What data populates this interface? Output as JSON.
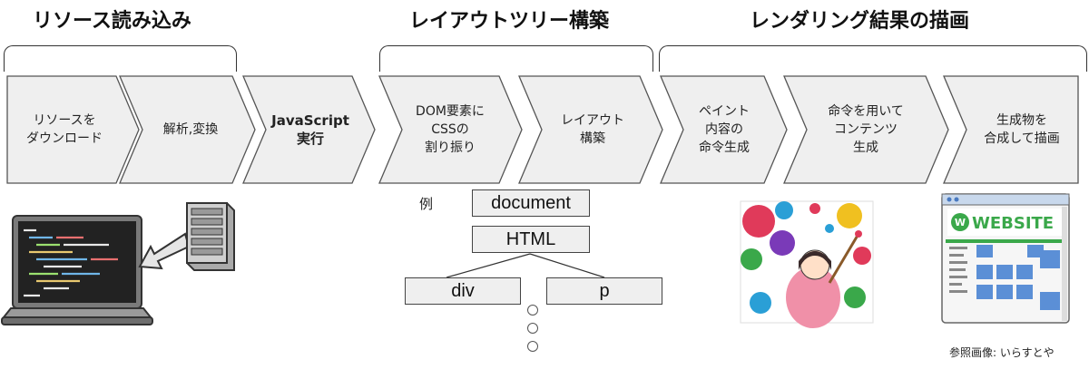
{
  "sections": [
    {
      "title": "リソース読み込み"
    },
    {
      "title": "レイアウトツリー構築"
    },
    {
      "title": "レンダリング結果の描画"
    }
  ],
  "steps": [
    {
      "label": "リソースを\nダウンロード"
    },
    {
      "label": "解析,変換"
    },
    {
      "label": "JavaScript\n実行"
    },
    {
      "label": "DOM要素に\nCSSの\n割り振り"
    },
    {
      "label": "レイアウト\n構築"
    },
    {
      "label": "ペイント\n内容の\n命令生成"
    },
    {
      "label": "命令を用いて\nコンテンツ\n生成"
    },
    {
      "label": "生成物を\n合成して描画"
    }
  ],
  "example": {
    "label": "例",
    "nodes": {
      "document": "document",
      "html": "HTML",
      "div": "div",
      "p": "p"
    }
  },
  "illustrations": {
    "website_banner": "WEBSITE"
  },
  "credit": "参照画像: いらすとや",
  "colors": {
    "chevron_fill": "#efefef",
    "chevron_stroke": "#555555",
    "tree_box_fill": "#efefef"
  }
}
